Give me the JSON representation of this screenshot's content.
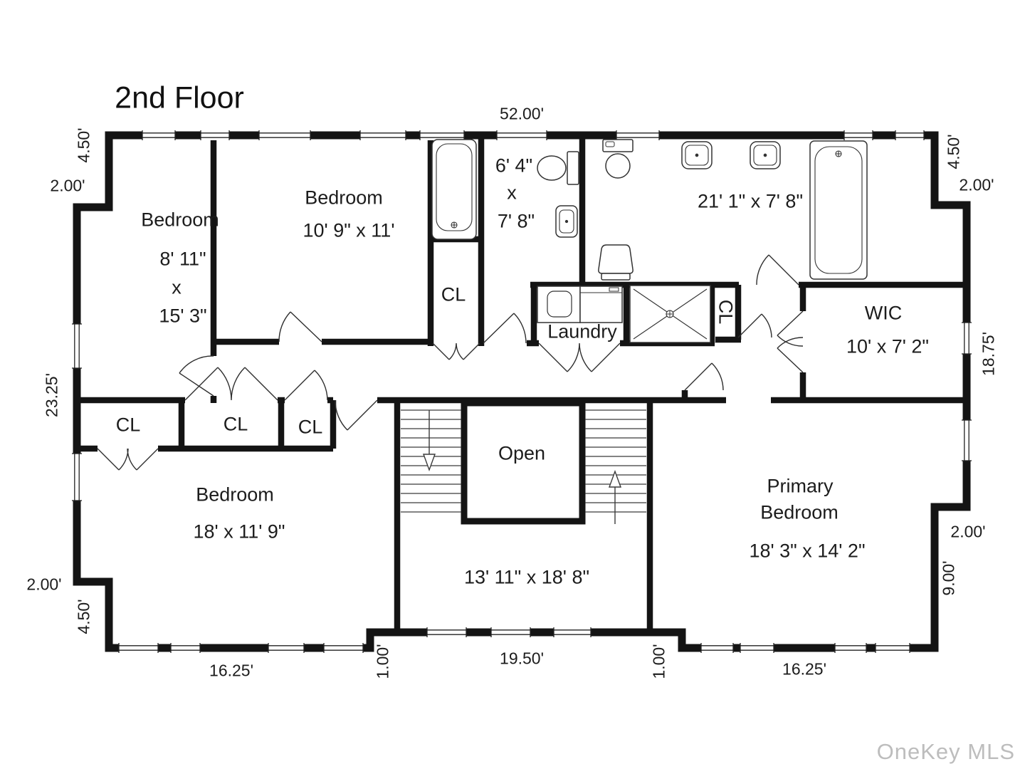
{
  "title": "2nd Floor",
  "watermark": "OneKey MLS",
  "colors": {
    "wall": "#141414",
    "fixture": "#333333",
    "text": "#1c1c1c",
    "watermark": "#bdbdbd",
    "background": "#ffffff"
  },
  "dims": {
    "top_width": "52.00'",
    "left_top_height": "4.50'",
    "left_top_step": "2.00'",
    "left_height": "23.25'",
    "left_bottom_step": "2.00'",
    "left_bottom_height": "4.50'",
    "bottom_left_width": "16.25'",
    "bottom_left_inset": "1.00'",
    "bottom_middle_width": "19.50'",
    "bottom_right_inset": "1.00'",
    "bottom_right_width": "16.25'",
    "right_bottom_height": "9.00'",
    "right_bottom_step": "2.00'",
    "right_height": "18.75'",
    "right_top_step": "2.00'",
    "right_top_height": "4.50'"
  },
  "rooms": {
    "bedroom1": {
      "name": "Bedroom",
      "w": "8' 11\"",
      "sep": "x",
      "h": "15' 3\""
    },
    "bedroom2": {
      "name": "Bedroom",
      "size": "10' 9\" x 11'"
    },
    "bath_small": {
      "w": "6' 4\"",
      "sep": "x",
      "h": "7' 8\""
    },
    "bath_main": {
      "size": "21' 1\" x 7' 8\""
    },
    "closet_tub": {
      "name": "CL"
    },
    "laundry": {
      "name": "Laundry"
    },
    "closet_bath": {
      "name": "CL"
    },
    "wic": {
      "name": "WIC",
      "size": "10' x 7' 2\""
    },
    "closet1": {
      "name": "CL"
    },
    "closet2": {
      "name": "CL"
    },
    "closet3": {
      "name": "CL"
    },
    "bedroom3": {
      "name": "Bedroom",
      "size": "18' x 11' 9\""
    },
    "open_area": {
      "name": "Open"
    },
    "landing": {
      "size": "13' 11\" x 18' 8\""
    },
    "primary": {
      "line1": "Primary",
      "line2": "Bedroom",
      "size": "18' 3\" x 14' 2\""
    }
  }
}
